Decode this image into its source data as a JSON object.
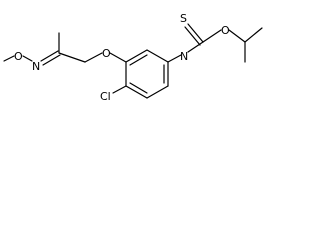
{
  "molecule": {
    "atoms": {
      "methoxy_o": "O",
      "oxime_n": "N",
      "ether_o": "O",
      "chloro": "Cl",
      "carbamate_nh": "N",
      "thione_s": "S",
      "ester_o": "O"
    }
  }
}
